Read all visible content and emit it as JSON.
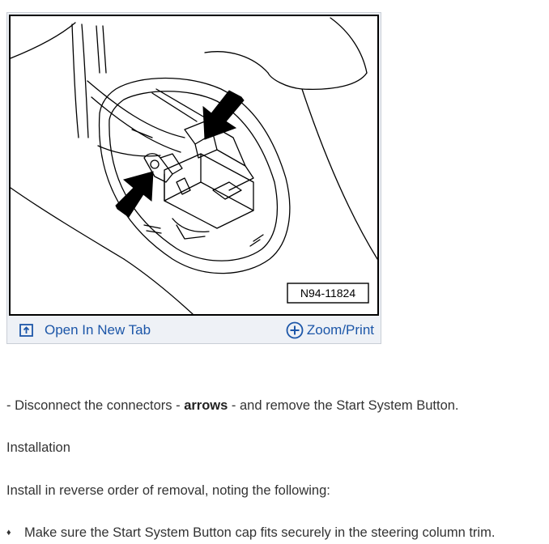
{
  "figure": {
    "label": "N94-11824",
    "toolbar": {
      "open_label": "Open In New Tab",
      "open_icon": "open-in-new-tab-icon",
      "zoom_label": "Zoom/Print",
      "zoom_icon": "zoom-plus-icon",
      "link_color": "#1c56a8"
    }
  },
  "content": {
    "step_prefix": "-  Disconnect the connectors - ",
    "step_bold": "arrows",
    "step_suffix": " - and remove the Start System Button.",
    "heading": "Installation",
    "instruction": "Install in reverse order of removal, noting the following:",
    "bullet_glyph": "♦",
    "bullet_text": "Make sure the Start System Button cap fits securely in the steering column trim."
  }
}
